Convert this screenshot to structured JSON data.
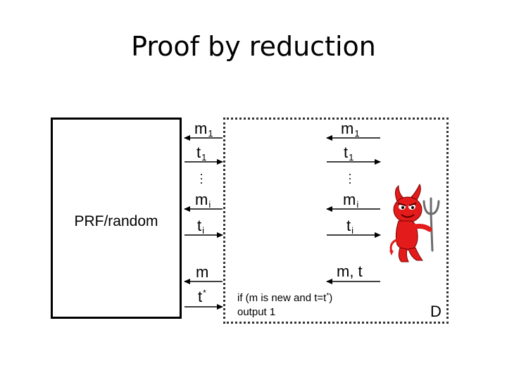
{
  "title": "Proof by reduction",
  "oracle": {
    "label": "PRF/random"
  },
  "left_column": {
    "q1_msg": "m",
    "q1_msg_sub": "1",
    "q1_tag": "t",
    "q1_tag_sub": "1",
    "qi_msg": "m",
    "qi_msg_sub": "i",
    "qi_tag": "t",
    "qi_tag_sub": "i",
    "final_msg": "m",
    "final_tag": "t",
    "final_tag_sup": "*"
  },
  "right_column": {
    "q1_msg": "m",
    "q1_msg_sub": "1",
    "q1_tag": "t",
    "q1_tag_sub": "1",
    "qi_msg": "m",
    "qi_msg_sub": "i",
    "qi_tag": "t",
    "qi_tag_sub": "i",
    "forgery": "m, t"
  },
  "distinguisher": {
    "condition_line1": "if (m is  new and t=t",
    "condition_sup": "*",
    "condition_close": ")",
    "condition_line2": "output 1",
    "label": "D"
  },
  "colors": {
    "devil_red": "#e31b1b",
    "devil_dark": "#7a0000",
    "frame": "#000000"
  },
  "icons": {
    "adversary": "devil-mascot-icon"
  }
}
